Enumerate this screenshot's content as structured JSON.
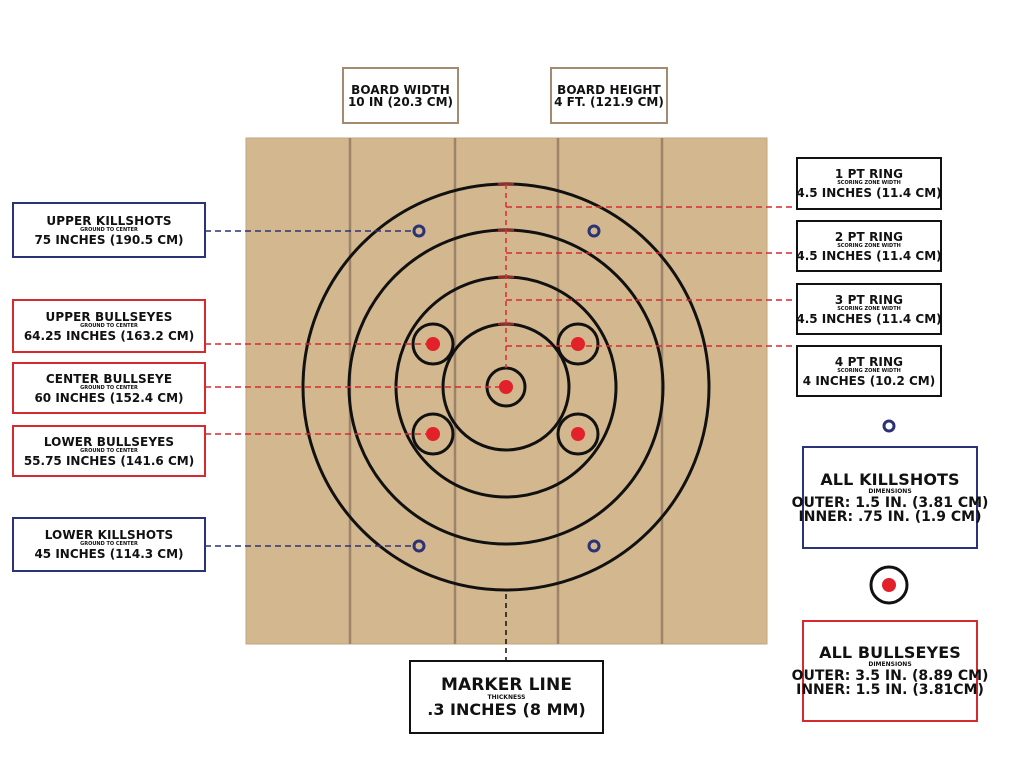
{
  "colors": {
    "board": "#d3b88f",
    "plank_line": "#9c8369",
    "ring": "#111111",
    "bullseye": "#e3212a",
    "killshot": "#2b3276",
    "red_dash": "#d72a2e",
    "blue_dash": "#2b3276"
  },
  "board_width": {
    "title": "BOARD WIDTH",
    "value": "10 IN (20.3 CM)"
  },
  "board_height": {
    "title": "BOARD HEIGHT",
    "value": "4 FT. (121.9 CM)"
  },
  "left_labels": [
    {
      "title": "UPPER KILLSHOTS",
      "sub": "GROUND TO CENTER",
      "value": "75 INCHES (190.5 CM)"
    },
    {
      "title": "UPPER BULLSEYES",
      "sub": "GROUND TO CENTER",
      "value": "64.25 INCHES (163.2 CM)"
    },
    {
      "title": "CENTER BULLSEYE",
      "sub": "GROUND TO CENTER",
      "value": "60 INCHES (152.4 CM)"
    },
    {
      "title": "LOWER BULLSEYES",
      "sub": "GROUND TO CENTER",
      "value": "55.75 INCHES (141.6 CM)"
    },
    {
      "title": "LOWER KILLSHOTS",
      "sub": "GROUND TO CENTER",
      "value": "45 INCHES (114.3 CM)"
    }
  ],
  "rings": [
    {
      "title": "1 PT RING",
      "sub": "SCORING ZONE WIDTH",
      "value": "4.5 INCHES (11.4 CM)"
    },
    {
      "title": "2 PT RING",
      "sub": "SCORING ZONE WIDTH",
      "value": "4.5 INCHES (11.4 CM)"
    },
    {
      "title": "3 PT RING",
      "sub": "SCORING ZONE WIDTH",
      "value": "4.5 INCHES (11.4 CM)"
    },
    {
      "title": "4 PT RING",
      "sub": "SCORING ZONE WIDTH",
      "value": "4 INCHES (10.2 CM)"
    }
  ],
  "killshots": {
    "title": "ALL KILLSHOTS",
    "sub": "DIMENSIONS",
    "outer": "OUTER: 1.5 IN. (3.81 CM)",
    "inner": "INNER: .75 IN. (1.9 CM)"
  },
  "bullseyes": {
    "title": "ALL BULLSEYES",
    "sub": "DIMENSIONS",
    "outer": "OUTER: 3.5 IN. (8.89 CM)",
    "inner": "INNER: 1.5 IN. (3.81CM)"
  },
  "marker_line": {
    "title": "MARKER LINE",
    "sub": "THICKNESS",
    "value": ".3 INCHES (8 MM)"
  }
}
